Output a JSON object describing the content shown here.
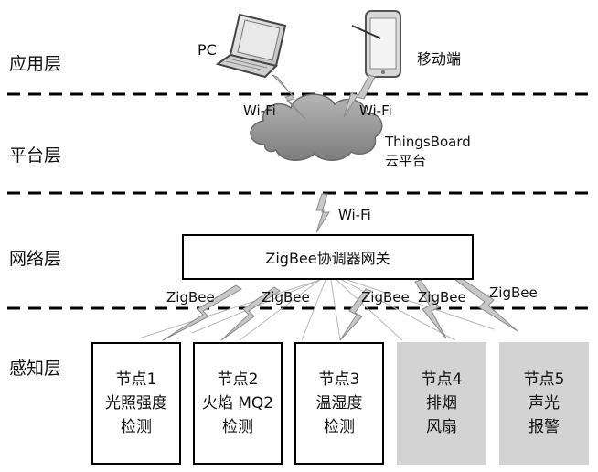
{
  "layers": [
    {
      "key": "app",
      "label": "应用层"
    },
    {
      "key": "platform",
      "label": "平台层"
    },
    {
      "key": "network",
      "label": "网络层"
    },
    {
      "key": "perception",
      "label": "感知层"
    }
  ],
  "devices": {
    "pc_label": "PC",
    "mobile_label": "移动端"
  },
  "links": {
    "wifi_pc": "Wi-Fi",
    "wifi_mobile": "Wi-Fi",
    "wifi_gateway": "Wi-Fi",
    "zigbee": [
      "ZigBee",
      "ZigBee",
      "ZigBee",
      "ZigBee",
      "ZigBee"
    ]
  },
  "cloud": {
    "line1": "ThingsBoard",
    "line2": "云平台"
  },
  "gateway": {
    "label": "ZigBee协调器网关"
  },
  "nodes": [
    {
      "lines": [
        "节点1",
        "光照强度",
        "检测"
      ],
      "kind": "sensor"
    },
    {
      "lines": [
        "节点2",
        "火焰 MQ2",
        "检测"
      ],
      "kind": "sensor"
    },
    {
      "lines": [
        "节点3",
        "温湿度",
        "检测"
      ],
      "kind": "sensor"
    },
    {
      "lines": [
        "节点4",
        "排烟",
        "风扇"
      ],
      "kind": "actuator"
    },
    {
      "lines": [
        "节点5",
        "声光",
        "报警"
      ],
      "kind": "actuator"
    }
  ],
  "colors": {
    "line": "#000000",
    "bolt_fill": "#c8c8c8",
    "bolt_stroke": "#8a8a8a",
    "actuator_fill": "#d3d3d3",
    "cloud_fill": "#9e9e9e"
  }
}
